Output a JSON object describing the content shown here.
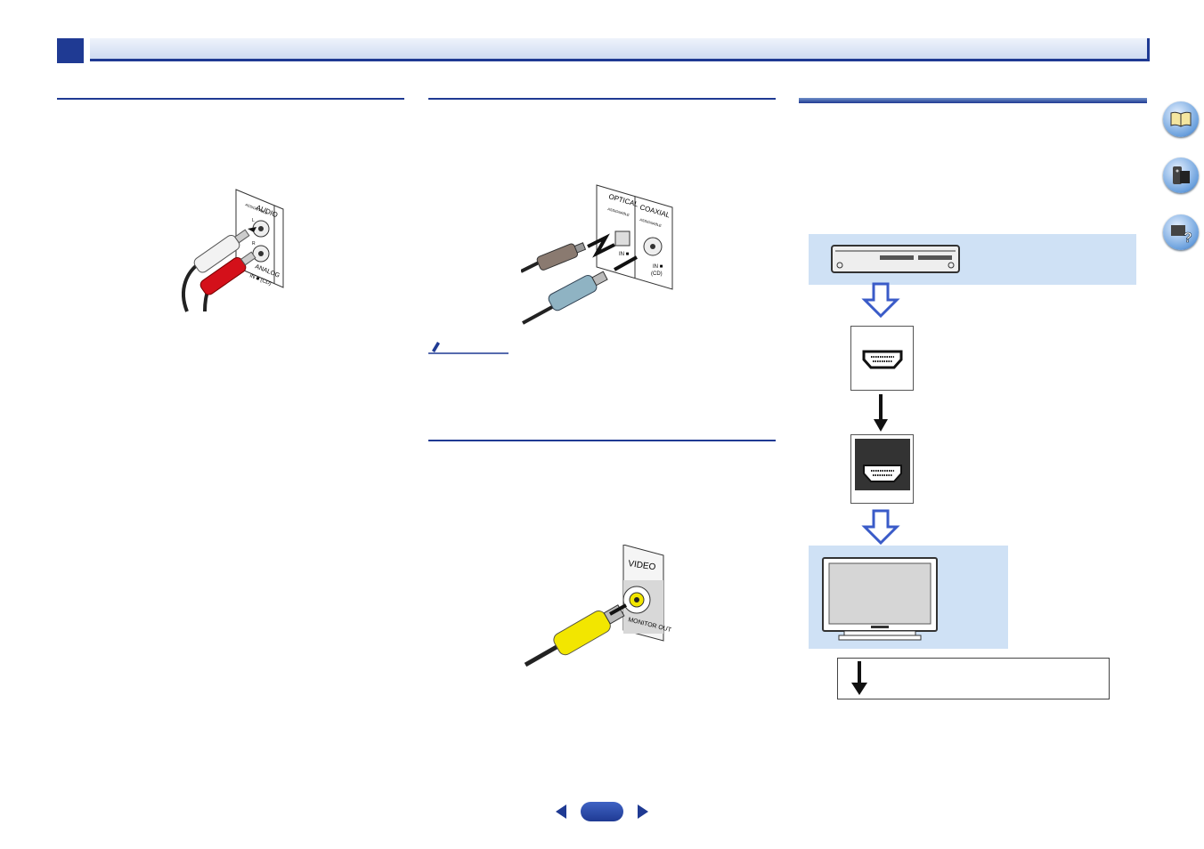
{
  "diagram_labels": {
    "audio": {
      "title": "AUDIO",
      "assignable": "ASSIGN-ABLE",
      "l": "L",
      "r": "R",
      "analog": "ANALOG",
      "in_cd": "IN ■ (CD)"
    },
    "digital": {
      "optical": "OPTICAL",
      "coaxial": "COAXIAL",
      "assignable": "ASSIGNABLE",
      "in_opt": "IN ■",
      "in_coax": "IN ■",
      "cd": "(CD)"
    },
    "video": {
      "title": "VIDEO",
      "monitor_out": "MONITOR OUT"
    }
  },
  "nav": {
    "side_buttons": [
      "book-icon",
      "remote-icon",
      "faq-icon"
    ],
    "prev": "◀",
    "next": "▶"
  },
  "colors": {
    "accent": "#1f3a93",
    "flow_bg": "#cfe1f5",
    "arrow": "#3a5bc8"
  }
}
